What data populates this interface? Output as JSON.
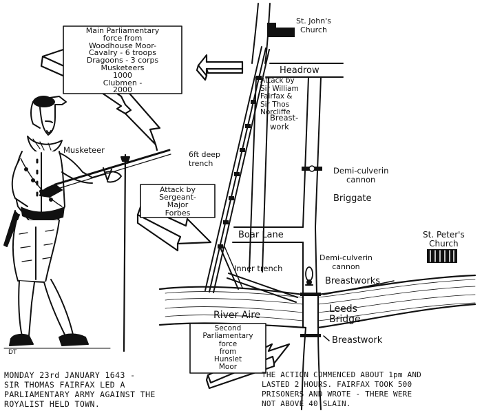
{
  "places": {
    "st_johns_church": "St. John's\nChurch",
    "headrow": "Headrow",
    "briggate": "Briggate",
    "boar_lane": "Boar Lane",
    "st_peters_church": "St. Peter's\nChurch",
    "river_aire": "River Aire",
    "leeds_bridge": "Leeds\nBridge"
  },
  "defences": {
    "breastwork_upper": "Breast-\nwork",
    "trench_6ft": "6ft deep\ntrench",
    "cannon_upper": "Demi-culverin\ncannon",
    "cannon_lower": "Demi-culverin\ncannon",
    "inner_trench": "Inner trench",
    "breastworks": "Breastworks",
    "breastwork_lower": "Breastwork"
  },
  "attacks": {
    "main_force": "Main Parliamentary\nforce from\nWoodhouse Moor-\nCavalry - 6 troops\nDragoons - 3 corps\nMusketeers\n1000\nClubmen -\n2000",
    "fairfax_norcliffe": "Attack by\nSir William\nFairfax &\nSir Thos\nNorcliffe",
    "forbes": "Attack by\nSergeant-\nMajor\nForbes",
    "second_force": "Second\nParliamentary\nforce\nfrom\nHunslet\nMoor"
  },
  "figure": {
    "musketeer_label": "Musketeer",
    "artist_mark": "DT"
  },
  "captions": {
    "left": "MONDAY 23rd JANUARY 1643 -\nSIR THOMAS FAIRFAX LED A\nPARLIAMENTARY ARMY AGAINST THE\nROYALIST HELD TOWN.",
    "right": "THE ACTION COMMENCED ABOUT 1pm AND\nLASTED 2 HOURS. FAIRFAX TOOK 500\nPRISONERS AND WROTE - THERE WERE\nNOT ABOVE 40 SLAIN."
  },
  "colors": {
    "ink": "#111111",
    "paper": "#ffffff"
  }
}
